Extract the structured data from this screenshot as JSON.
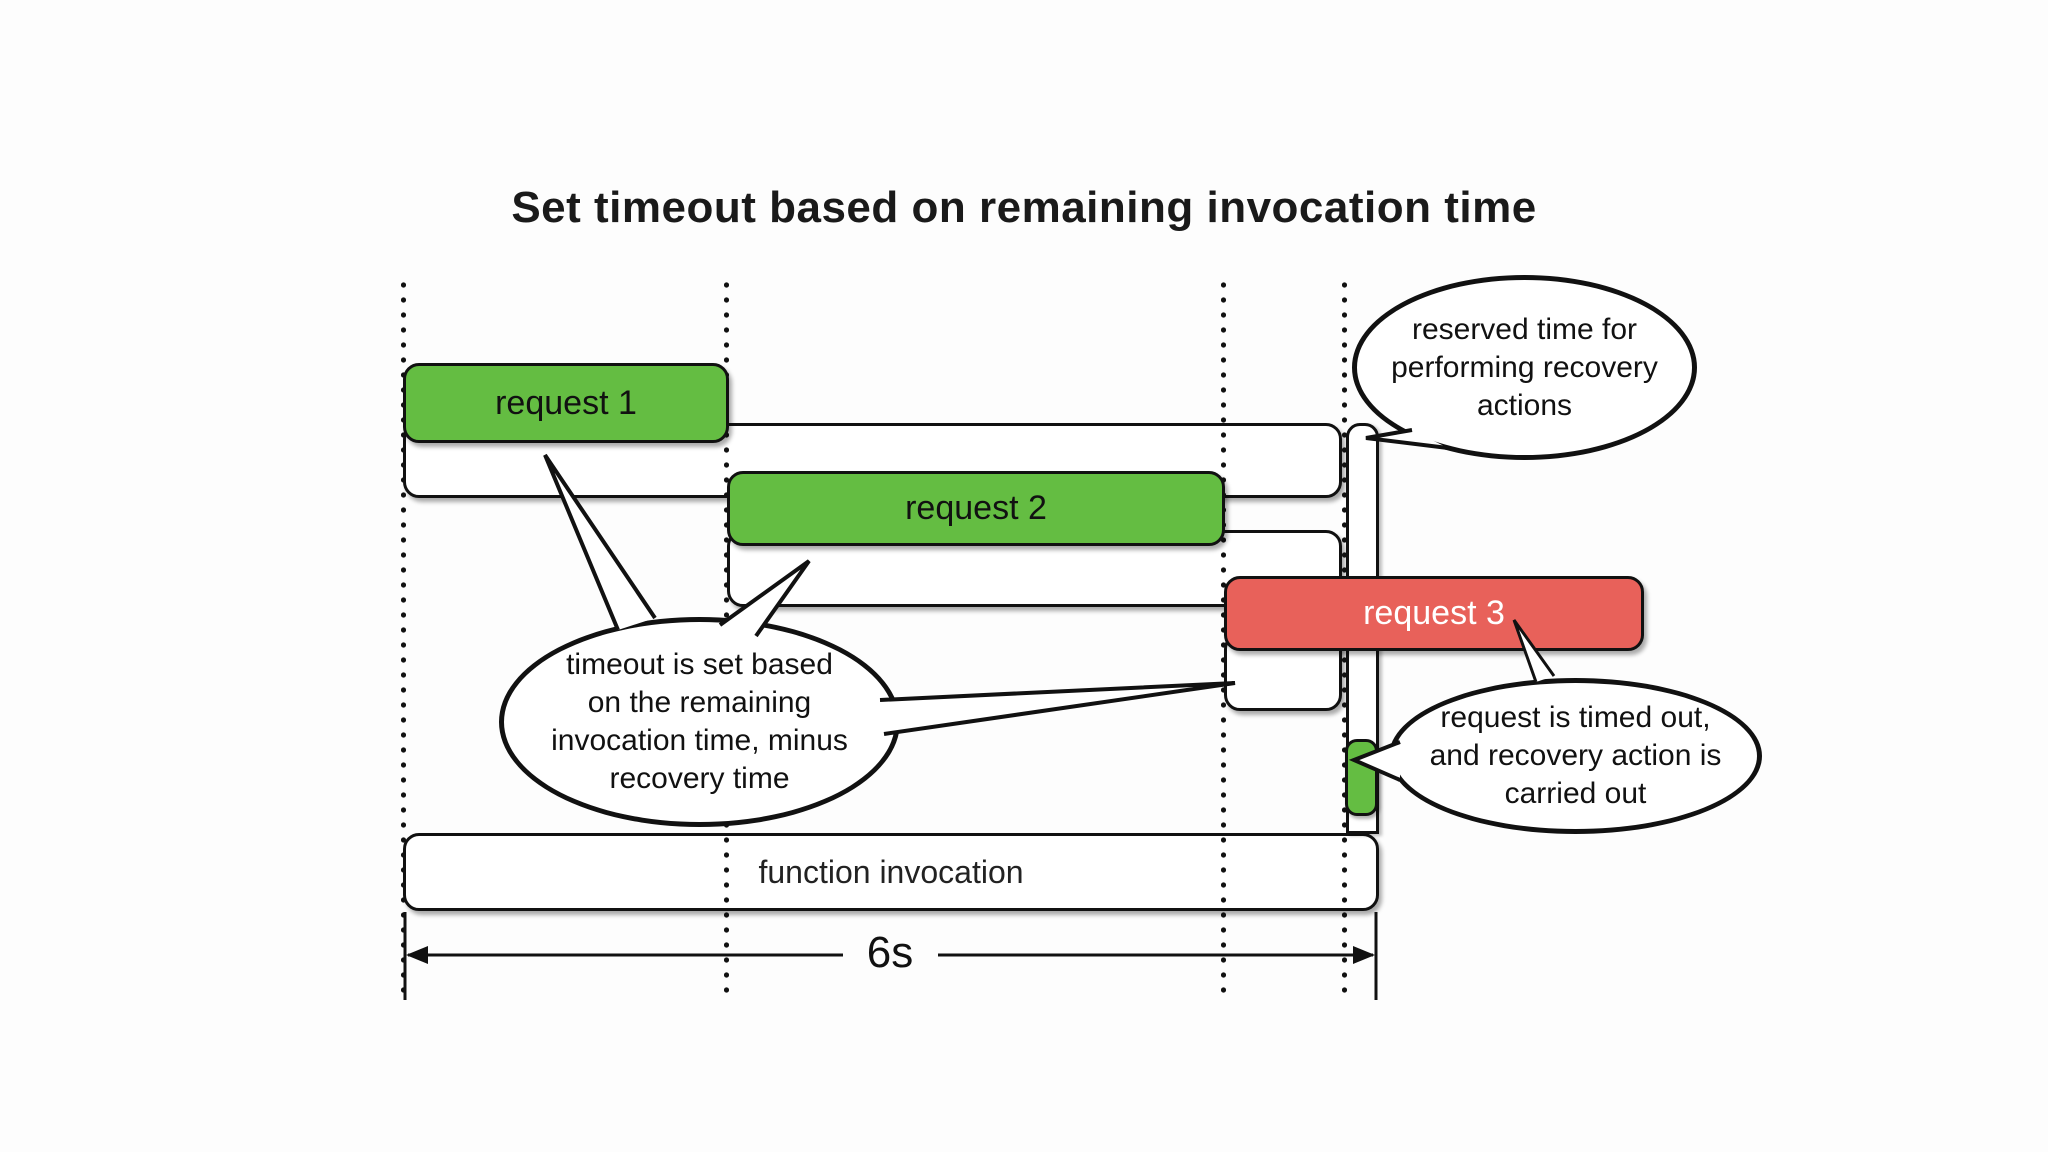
{
  "title": "Set timeout based on remaining invocation time",
  "colors": {
    "green": "#64bd42",
    "red": "#e8615a",
    "ink": "#111111",
    "box_fill": "#ffffff",
    "background": "#fdfdfd",
    "request3_text": "#ffffff"
  },
  "requests": [
    {
      "label": "request 1"
    },
    {
      "label": "request 2"
    },
    {
      "label": "request 3"
    }
  ],
  "function_bar": {
    "label": "function invocation"
  },
  "duration": {
    "label": "6s"
  },
  "bubbles": {
    "reserved": {
      "lines": [
        "reserved time for",
        "performing recovery",
        "actions"
      ]
    },
    "timeout": {
      "lines": [
        "timeout is set based",
        "on the remaining",
        "invocation time, minus",
        "recovery time"
      ]
    },
    "timedout": {
      "lines": [
        "request is timed out,",
        "and recovery action is",
        "carried out"
      ]
    }
  }
}
